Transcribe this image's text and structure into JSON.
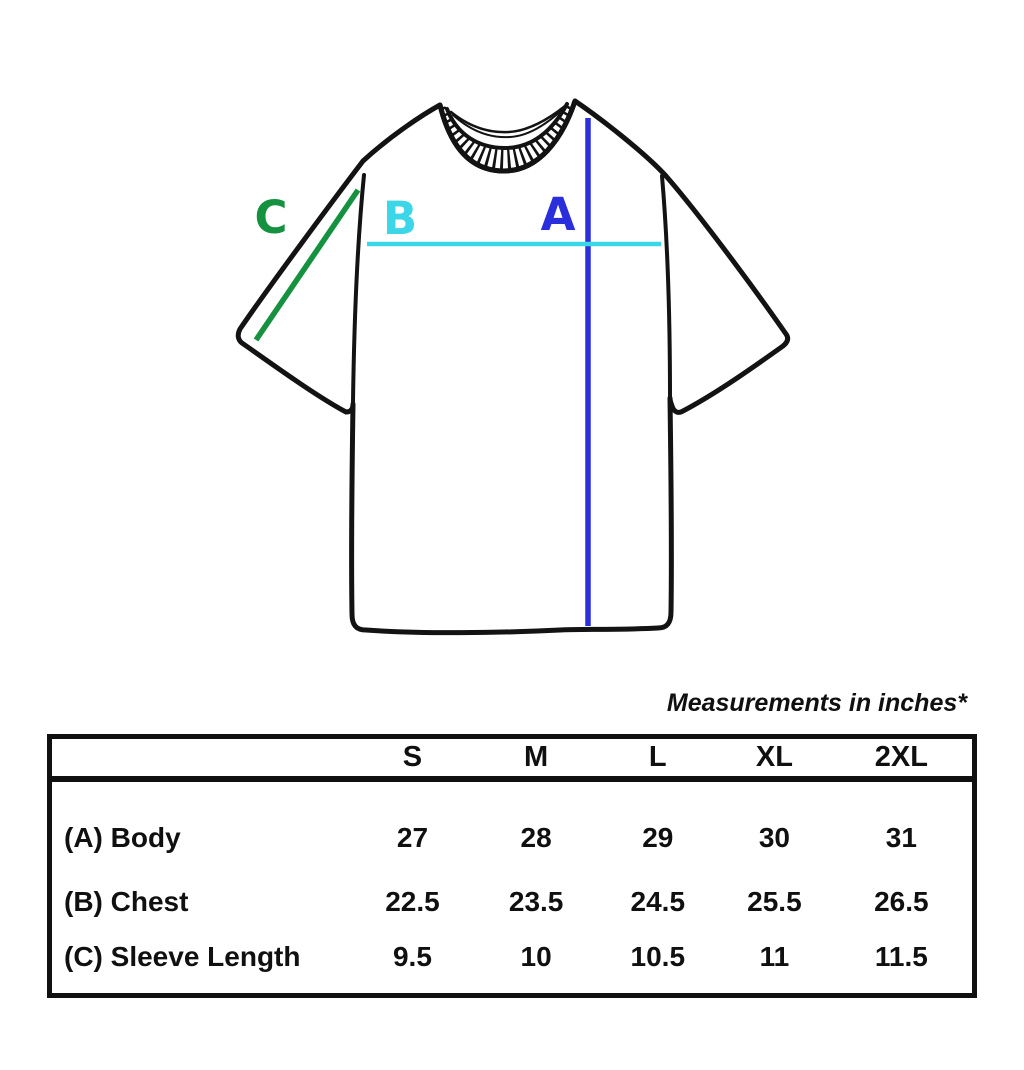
{
  "diagram": {
    "outline_color": "#131313",
    "measure_lines": {
      "a": {
        "label": "A",
        "color": "#2B2FDB",
        "measures": "Body"
      },
      "b": {
        "label": "B",
        "color": "#3BD7E8",
        "measures": "Chest"
      },
      "c": {
        "label": "C",
        "color": "#15913F",
        "measures": "Sleeve Length"
      }
    }
  },
  "caption": {
    "text": "Measurements in inches*"
  },
  "size_table": {
    "columns": [
      "S",
      "M",
      "L",
      "XL",
      "2XL"
    ],
    "rows": [
      {
        "label": "(A) Body",
        "values": [
          "27",
          "28",
          "29",
          "30",
          "31"
        ]
      },
      {
        "label": "(B) Chest",
        "values": [
          "22.5",
          "23.5",
          "24.5",
          "25.5",
          "26.5"
        ]
      },
      {
        "label": "(C) Sleeve Length",
        "values": [
          "9.5",
          "10",
          "10.5",
          "11",
          "11.5"
        ]
      }
    ]
  },
  "chart_data": {
    "type": "table",
    "title": "Measurements in inches*",
    "categories": [
      "S",
      "M",
      "L",
      "XL",
      "2XL"
    ],
    "series": [
      {
        "name": "(A) Body",
        "values": [
          27,
          28,
          29,
          30,
          31
        ]
      },
      {
        "name": "(B) Chest",
        "values": [
          22.5,
          23.5,
          24.5,
          25.5,
          26.5
        ]
      },
      {
        "name": "(C) Sleeve Length",
        "values": [
          9.5,
          10,
          10.5,
          11,
          11.5
        ]
      }
    ]
  }
}
